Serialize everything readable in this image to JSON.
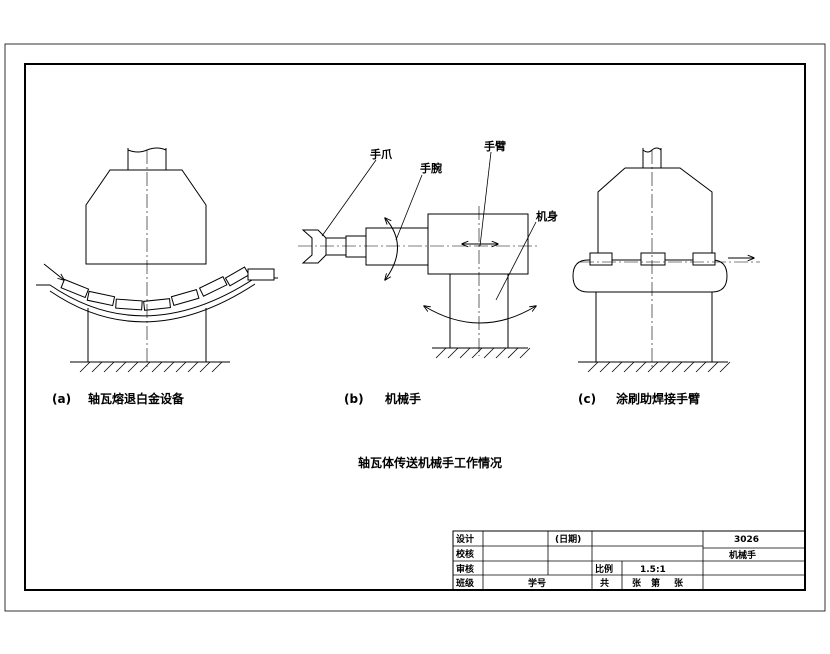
{
  "views": {
    "a": {
      "label": "(a)",
      "title": "轴瓦熔退白金设备"
    },
    "b": {
      "label": "(b)",
      "title": "机械手",
      "callouts": {
        "claw": "手爪",
        "wrist": "手腕",
        "arm": "手臂",
        "body": "机身"
      }
    },
    "c": {
      "label": "(c)",
      "title": "涂刷助焊接手臂"
    }
  },
  "figure_caption": "轴瓦体传送机械手工作情况",
  "title_block": {
    "design": "设计",
    "check": "校核",
    "review": "审核",
    "class": "班级",
    "student_no": "学号",
    "date": "(日期)",
    "drawing_no": "3026",
    "part_name": "机械手",
    "scale_label": "比例",
    "scale_value": "1.5:1",
    "total": "共",
    "sheet_word": "张",
    "sheet_nth": "第",
    "sheet_word2": "张"
  }
}
